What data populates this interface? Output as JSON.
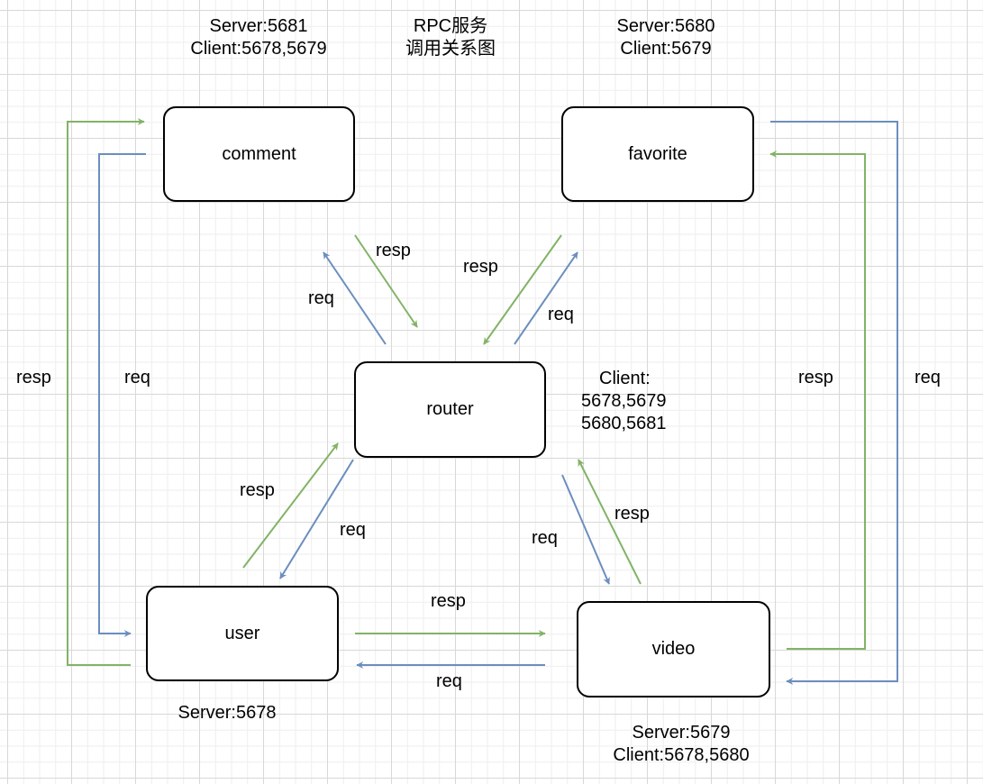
{
  "title": {
    "line1": "RPC服务",
    "line2": "调用关系图"
  },
  "nodes": {
    "comment": "comment",
    "favorite": "favorite",
    "router": "router",
    "user": "user",
    "video": "video"
  },
  "annotations": {
    "comment_server": "Server:5681",
    "comment_client": "Client:5678,5679",
    "favorite_server": "Server:5680",
    "favorite_client": "Client:5679",
    "router_client": "Client:",
    "router_ports1": "5678,5679",
    "router_ports2": "5680,5681",
    "user_server": "Server:5678",
    "video_server": "Server:5679",
    "video_client": "Client:5678,5680"
  },
  "edge_labels": {
    "left_resp": "resp",
    "left_req": "req",
    "right_resp": "resp",
    "right_req": "req",
    "comment_resp": "resp",
    "comment_req": "req",
    "favorite_resp": "resp",
    "favorite_req": "req",
    "user_resp": "resp",
    "user_req": "req",
    "video_req": "req",
    "video_resp": "resp",
    "user_video_resp": "resp",
    "user_video_req": "req"
  },
  "colors": {
    "resp": "#82b366",
    "req": "#6c8ebf"
  }
}
